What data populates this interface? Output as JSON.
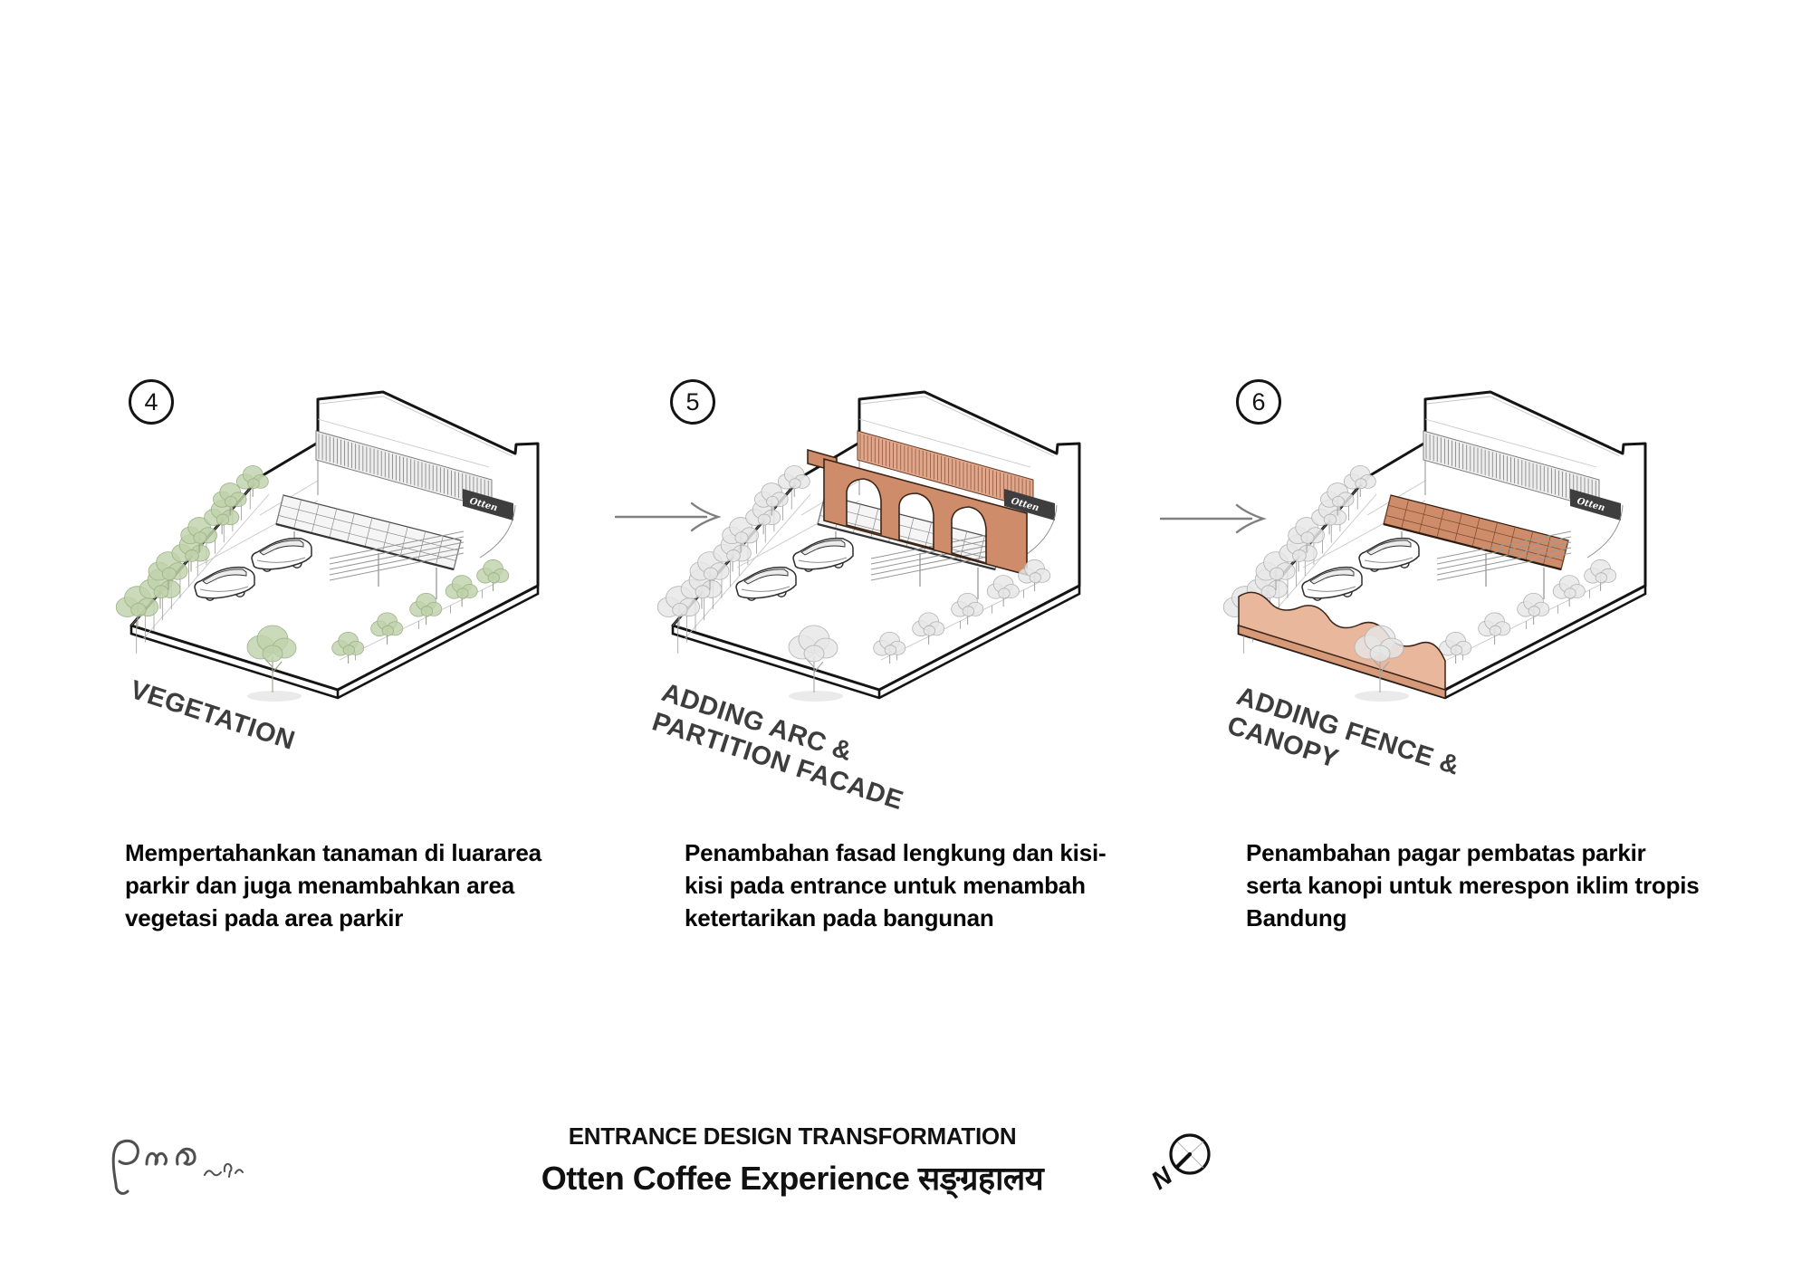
{
  "colors": {
    "terracotta": "#cf8c6a",
    "terracotta_light": "#e8b79c",
    "tree_green": "#bfd2ab",
    "tree_green_edge": "#9cb287",
    "label_gray": "#3d3d3d",
    "arrow_gray": "#7f7f7f",
    "ink": "#141414"
  },
  "steps": [
    {
      "number": "4",
      "label_lines": [
        "VEGETATION"
      ],
      "description": "Mempertahankan tanaman di luararea parkir dan juga menambahkan area vegetasi pada area parkir",
      "building_sign": "Otten",
      "features": {
        "green_trees": true,
        "arches": false,
        "colored_canopy": false,
        "wavy_fence": false,
        "tinted_louver": false
      }
    },
    {
      "number": "5",
      "label_lines": [
        "ADDING ARC &",
        "PARTITION FACADE"
      ],
      "description": "Penambahan fasad lengkung dan kisi-kisi pada entrance untuk menambah ketertarikan pada bangunan",
      "building_sign": "Otten",
      "features": {
        "green_trees": false,
        "arches": true,
        "colored_canopy": false,
        "wavy_fence": false,
        "tinted_louver": true
      }
    },
    {
      "number": "6",
      "label_lines": [
        "ADDING FENCE &",
        "CANOPY"
      ],
      "description": "Penambahan pagar pembatas parkir serta kanopi untuk merespon iklim tropis Bandung",
      "building_sign": "Otten",
      "features": {
        "green_trees": false,
        "arches": false,
        "colored_canopy": true,
        "wavy_fence": true,
        "tinted_louver": false
      }
    }
  ],
  "footer": {
    "title_line1": "ENTRANCE DESIGN TRANSFORMATION",
    "title_line2": "Otten Coffee Experience सङ्ग्रहालय",
    "compass_letter": "N"
  }
}
